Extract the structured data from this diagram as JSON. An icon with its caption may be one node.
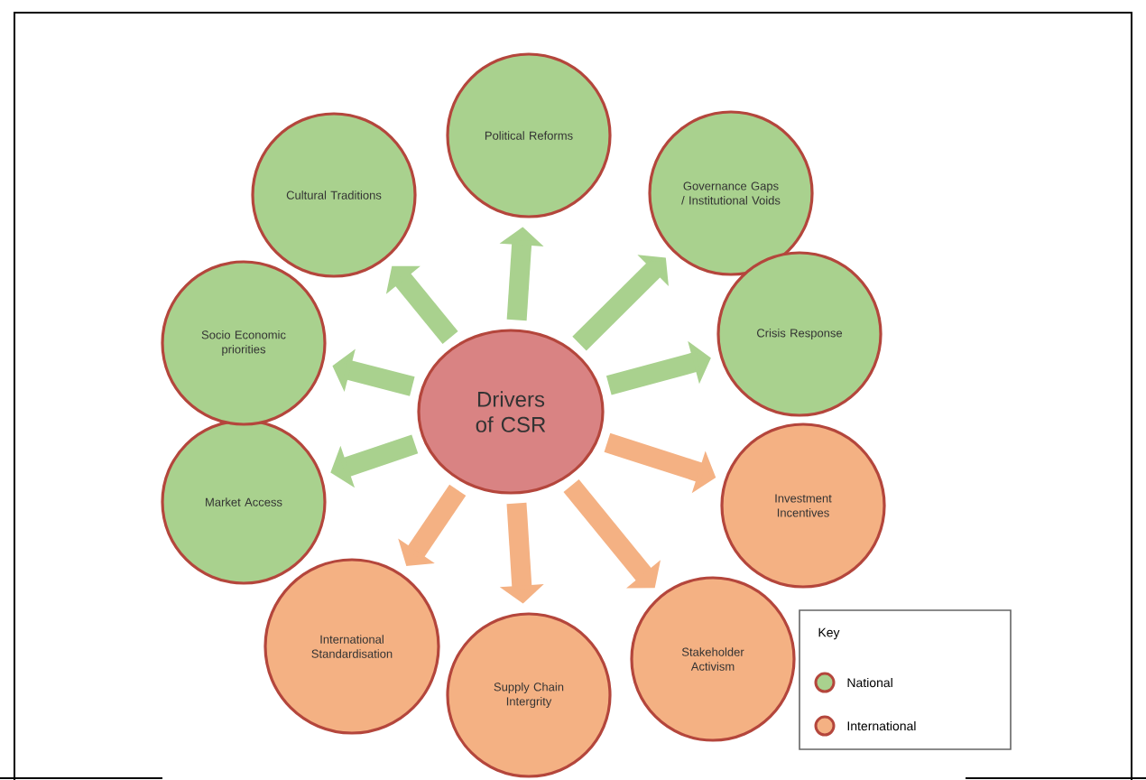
{
  "diagram": {
    "nodes": [
      {
        "text": [
          "Drivers of CSR"
        ]
      },
      {
        "text": [
          "Political Reforms"
        ]
      },
      {
        "text": [
          "Governance Gaps / Institutional Voids"
        ]
      },
      {
        "text": [
          "Crisis Response"
        ]
      },
      {
        "text": [
          "Investment Incentives"
        ]
      },
      {
        "text": [
          "Stakeholder Activism"
        ]
      },
      {
        "text": [
          "Supply Chain Intergrity"
        ]
      },
      {
        "text": [
          "International Standardisation"
        ]
      },
      {
        "text": [
          "Market Access"
        ]
      },
      {
        "text": [
          "Socio Economic priorities"
        ]
      },
      {
        "text": [
          "Cultural Traditions"
        ]
      }
    ],
    "edges": [
      {
        "from": 0,
        "to": 1,
        "arrow": "to"
      },
      {
        "from": 0,
        "to": 2,
        "arrow": "to"
      },
      {
        "from": 0,
        "to": 3,
        "arrow": "to"
      },
      {
        "from": 0,
        "to": 4,
        "arrow": "to",
        "color": "#f4b183"
      },
      {
        "from": 0,
        "to": 5,
        "arrow": "to",
        "color": "#f4b183"
      },
      {
        "from": 0,
        "to": 6,
        "arrow": "to",
        "color": "#f4b183"
      },
      {
        "from": 0,
        "to": 7,
        "arrow": "to",
        "color": "#f4b183"
      },
      {
        "from": 0,
        "to": 8,
        "arrow": "to"
      },
      {
        "from": 0,
        "to": 9,
        "arrow": "to"
      },
      {
        "from": 0,
        "to": 10,
        "arrow": "to"
      }
    ],
    "labels": [
      "Key"
    ],
    "legend": [
      {
        "text": "National",
        "color": "#a9d18e"
      },
      {
        "text": "International",
        "color": "#f4b183"
      }
    ]
  }
}
